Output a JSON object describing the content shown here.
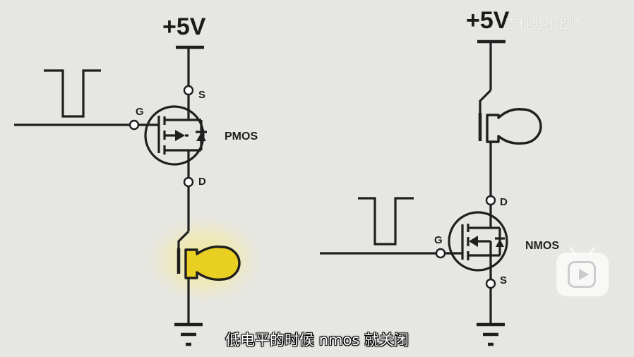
{
  "left_circuit": {
    "supply_label": "+5V",
    "transistor_label": "PMOS",
    "gate_label": "G",
    "source_label": "S",
    "drain_label": "D",
    "lamp_state": "on",
    "lamp_color": "#e9cf22"
  },
  "right_circuit": {
    "supply_label": "+5V",
    "transistor_label": "NMOS",
    "gate_label": "G",
    "source_label": "S",
    "drain_label": "D",
    "lamp_state": "off"
  },
  "watermark": "百科男孙老师",
  "subtitle": "低电平的时候 nmos 就关闭",
  "colors": {
    "background": "#e6e7e3",
    "ink": "#1f1f1f",
    "glow": "#f3ea9a"
  },
  "icons": {
    "video_logo": "play-badge-icon"
  }
}
